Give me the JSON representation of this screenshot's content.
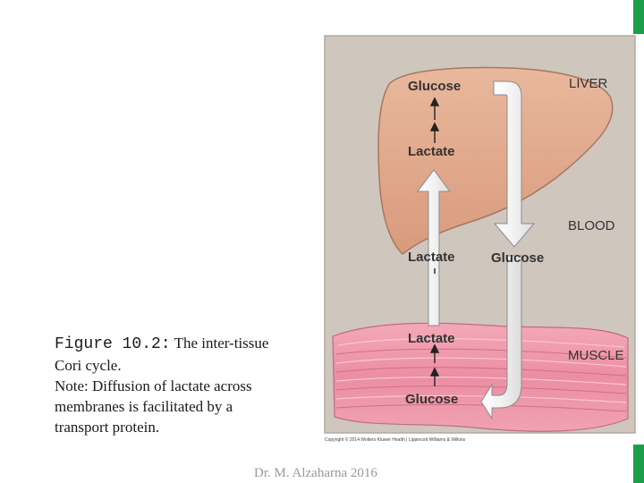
{
  "caption": {
    "figure_label": "Figure 10.2:",
    "title_part": " The inter-tissue",
    "line2": "Cori cycle.",
    "line3": "Note: Diffusion of lactate across",
    "line4": "membranes is facilitated by a",
    "line5": "transport protein."
  },
  "diagram": {
    "organ_labels": {
      "liver": "LIVER",
      "blood": "BLOOD",
      "muscle": "MUSCLE"
    },
    "molecules": {
      "liver_glucose": "Glucose",
      "liver_lactate": "Lactate",
      "blood_lactate": "Lactate",
      "blood_glucose": "Glucose",
      "muscle_lactate": "Lactate",
      "muscle_glucose": "Glucose"
    },
    "copyright": "Copyright © 2014 Wolters Kluwer Health | Lippincott Williams & Wilkins"
  },
  "footer": {
    "author": "Dr. M. Alzaharna 2016"
  },
  "colors": {
    "accent": "#1a9e4a",
    "panel": "#cfc6be",
    "liver": "#e0a98b",
    "muscle": "#ec8ea3"
  }
}
